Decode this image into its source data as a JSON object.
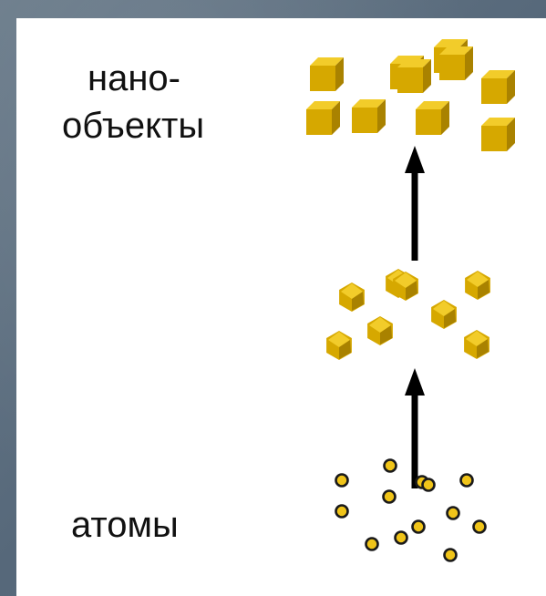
{
  "labels": {
    "nano_line1": "нано-",
    "nano_line2": "объекты",
    "atoms": "атомы"
  },
  "colors": {
    "gold_front": "#d6a800",
    "gold_top": "#f2cc2a",
    "gold_side": "#a98200",
    "atom_fill": "#f0c419",
    "atom_stroke": "#1a1a1a",
    "arrow": "#000000",
    "panel": "#ffffff"
  },
  "shapes": {
    "cubes": 10,
    "clusters": 8,
    "atoms": 13,
    "arrows": 2
  }
}
